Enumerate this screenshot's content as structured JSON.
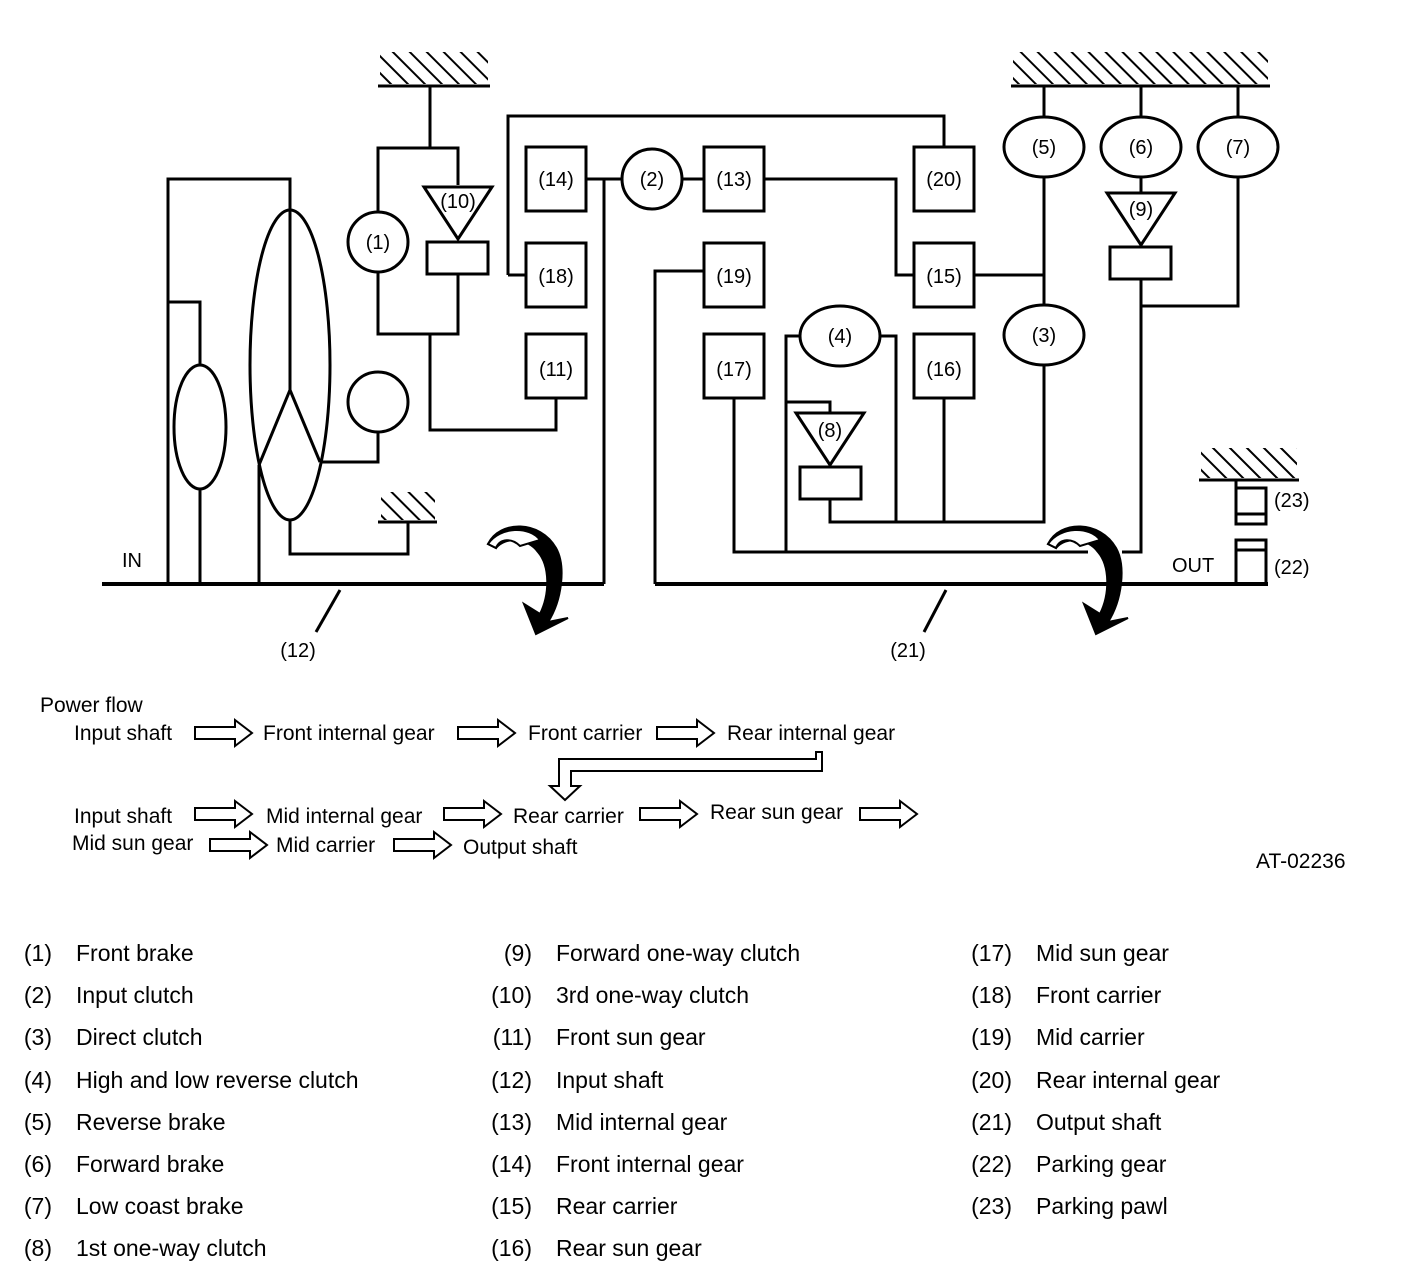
{
  "diagram": {
    "components": {
      "c1": "(1)",
      "c2": "(2)",
      "c3": "(3)",
      "c4": "(4)",
      "c5": "(5)",
      "c6": "(6)",
      "c7": "(7)",
      "c8": "(8)",
      "c9": "(9)",
      "c10": "(10)",
      "c11": "(11)",
      "c12": "(12)",
      "c13": "(13)",
      "c14": "(14)",
      "c15": "(15)",
      "c16": "(16)",
      "c17": "(17)",
      "c18": "(18)",
      "c19": "(19)",
      "c20": "(20)",
      "c21": "(21)",
      "c22": "(22)",
      "c23": "(23)"
    },
    "in_label": "IN",
    "out_label": "OUT",
    "figure_id": "AT-02236"
  },
  "power_flow": {
    "title": "Power flow",
    "line1": [
      "Input shaft",
      "Front internal gear",
      "Front carrier",
      "Rear internal gear"
    ],
    "line2": [
      "Input shaft",
      "Mid internal gear",
      "Rear carrier",
      "Rear sun gear"
    ],
    "line3": [
      "Mid sun gear",
      "Mid carrier",
      "Output shaft"
    ]
  },
  "legend": {
    "col1": [
      {
        "num": "(1)",
        "name": "Front brake"
      },
      {
        "num": "(2)",
        "name": "Input clutch"
      },
      {
        "num": "(3)",
        "name": "Direct clutch"
      },
      {
        "num": "(4)",
        "name": "High and low reverse clutch"
      },
      {
        "num": "(5)",
        "name": "Reverse brake"
      },
      {
        "num": "(6)",
        "name": "Forward brake"
      },
      {
        "num": "(7)",
        "name": "Low coast brake"
      },
      {
        "num": "(8)",
        "name": "1st one-way clutch"
      }
    ],
    "col2": [
      {
        "num": "(9)",
        "name": "Forward one-way clutch"
      },
      {
        "num": "(10)",
        "name": "3rd one-way clutch"
      },
      {
        "num": "(11)",
        "name": "Front sun gear"
      },
      {
        "num": "(12)",
        "name": "Input shaft"
      },
      {
        "num": "(13)",
        "name": "Mid internal gear"
      },
      {
        "num": "(14)",
        "name": "Front internal gear"
      },
      {
        "num": "(15)",
        "name": "Rear carrier"
      },
      {
        "num": "(16)",
        "name": "Rear sun gear"
      }
    ],
    "col3": [
      {
        "num": "(17)",
        "name": "Mid sun gear"
      },
      {
        "num": "(18)",
        "name": "Front carrier"
      },
      {
        "num": "(19)",
        "name": "Mid carrier"
      },
      {
        "num": "(20)",
        "name": "Rear internal gear"
      },
      {
        "num": "(21)",
        "name": "Output shaft"
      },
      {
        "num": "(22)",
        "name": "Parking gear"
      },
      {
        "num": "(23)",
        "name": "Parking pawl"
      }
    ]
  }
}
